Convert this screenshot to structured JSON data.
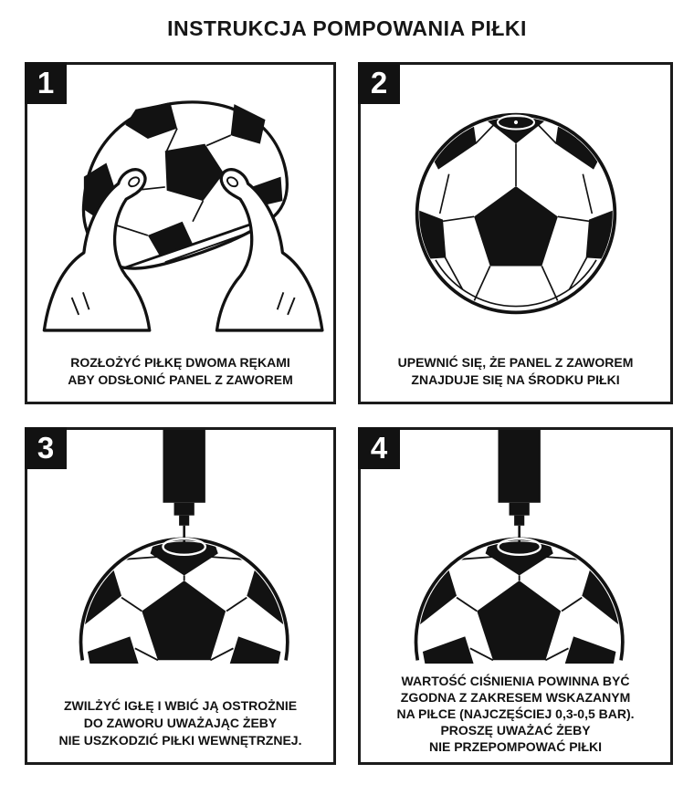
{
  "title": "INSTRUKCJA POMPOWANIA PIŁKI",
  "colors": {
    "ink": "#121212",
    "paper": "#ffffff",
    "panel_border": "#1b1b1b",
    "badge_bg": "#121212",
    "badge_text": "#ffffff"
  },
  "steps": [
    {
      "number": "1",
      "illustration": "hands-spreading-deflated-ball",
      "caption_lines": [
        "ROZŁOŻYĆ PIŁKĘ DWOMA RĘKAMI",
        "ABY ODSŁONIĆ PANEL Z ZAWOREM"
      ]
    },
    {
      "number": "2",
      "illustration": "soccer-ball-with-valve-panel-centered",
      "caption_lines": [
        "UPEWNIĆ SIĘ, ŻE PANEL Z ZAWOREM",
        "ZNAJDUJE SIĘ NA ŚRODKU PIŁKI"
      ]
    },
    {
      "number": "3",
      "illustration": "pump-needle-into-ball-valve",
      "caption_lines": [
        "ZWILŻYĆ IGŁĘ I WBIĆ JĄ OSTROŻNIE",
        "DO ZAWORU UWAŻAJĄC ŻEBY",
        "NIE USZKODZIĆ PIŁKI WEWNĘTRZNEJ."
      ]
    },
    {
      "number": "4",
      "illustration": "pump-needle-into-ball-valve",
      "caption_lines": [
        "WARTOŚĆ CIŚNIENIA POWINNA BYĆ",
        "ZGODNA Z ZAKRESEM WSKAZANYM",
        "NA PIŁCE (NAJCZĘŚCIEJ 0,3-0,5 BAR).",
        "PROSZĘ UWAŻAĆ ŻEBY",
        "NIE PRZEPOMPOWAĆ PIŁKI"
      ]
    }
  ]
}
